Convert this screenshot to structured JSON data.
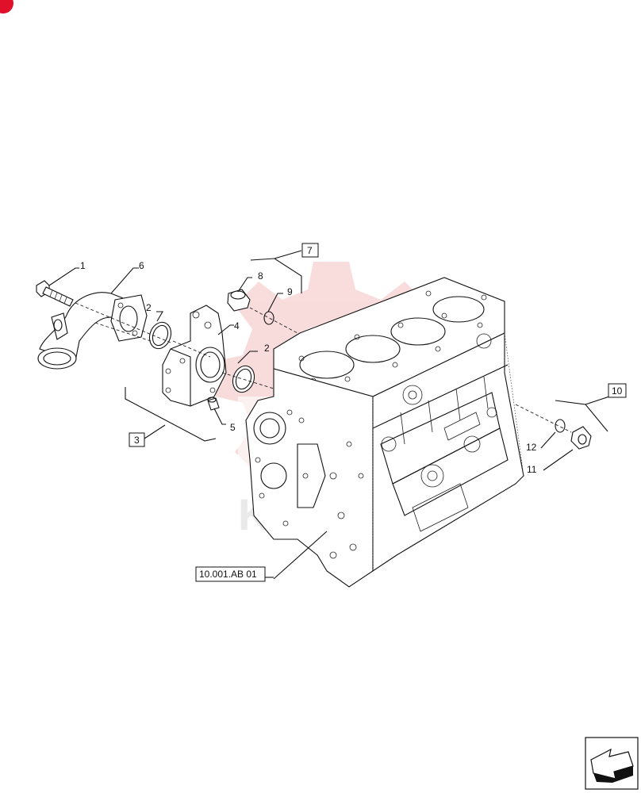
{
  "diagram": {
    "callouts": {
      "c1": "1",
      "c2a": "2",
      "c2b": "2",
      "c4": "4",
      "c5": "5",
      "c6": "6",
      "c8": "8",
      "c9": "9",
      "c11": "11",
      "c12": "12"
    },
    "group_labels": {
      "g3": "3",
      "g7": "7",
      "g10": "10"
    },
    "reference": "10.001.AB 01"
  },
  "colors": {
    "ink": "#111111",
    "watermark": "#f2b8b8",
    "corner_badge": "#e0102a"
  }
}
